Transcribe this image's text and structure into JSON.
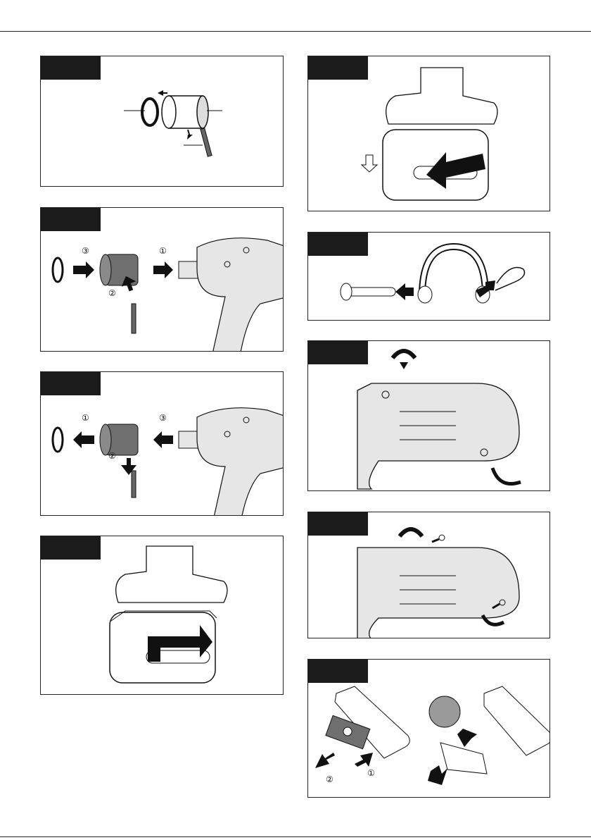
{
  "steps": {
    "p1": {
      "title": ""
    },
    "p2": {
      "labels": [
        "③",
        "②",
        "①"
      ]
    },
    "p3": {
      "labels": [
        "①",
        "②",
        "③"
      ]
    },
    "p10": {
      "labels": [
        "②",
        "①"
      ]
    }
  },
  "colors": {
    "ink": "#1b1b1b",
    "tool_fill": "#e6e6e6",
    "socket_fill": "#6f6f6f"
  }
}
